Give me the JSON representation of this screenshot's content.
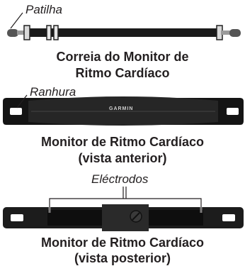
{
  "figure": {
    "strap": {
      "callout_label": "Patilha",
      "caption_lines": [
        "Correia do Monitor de",
        "Ritmo Cardíaco"
      ]
    },
    "front": {
      "callout_label": "Ranhura",
      "brand_text": "GARMIN",
      "caption_lines": [
        "Monitor de Ritmo Cardíaco",
        "(vista anterior)"
      ]
    },
    "back": {
      "callout_label": "Eléctrodos",
      "caption_lines": [
        "Monitor de Ritmo Cardíaco",
        "(vista posterior)"
      ]
    }
  }
}
